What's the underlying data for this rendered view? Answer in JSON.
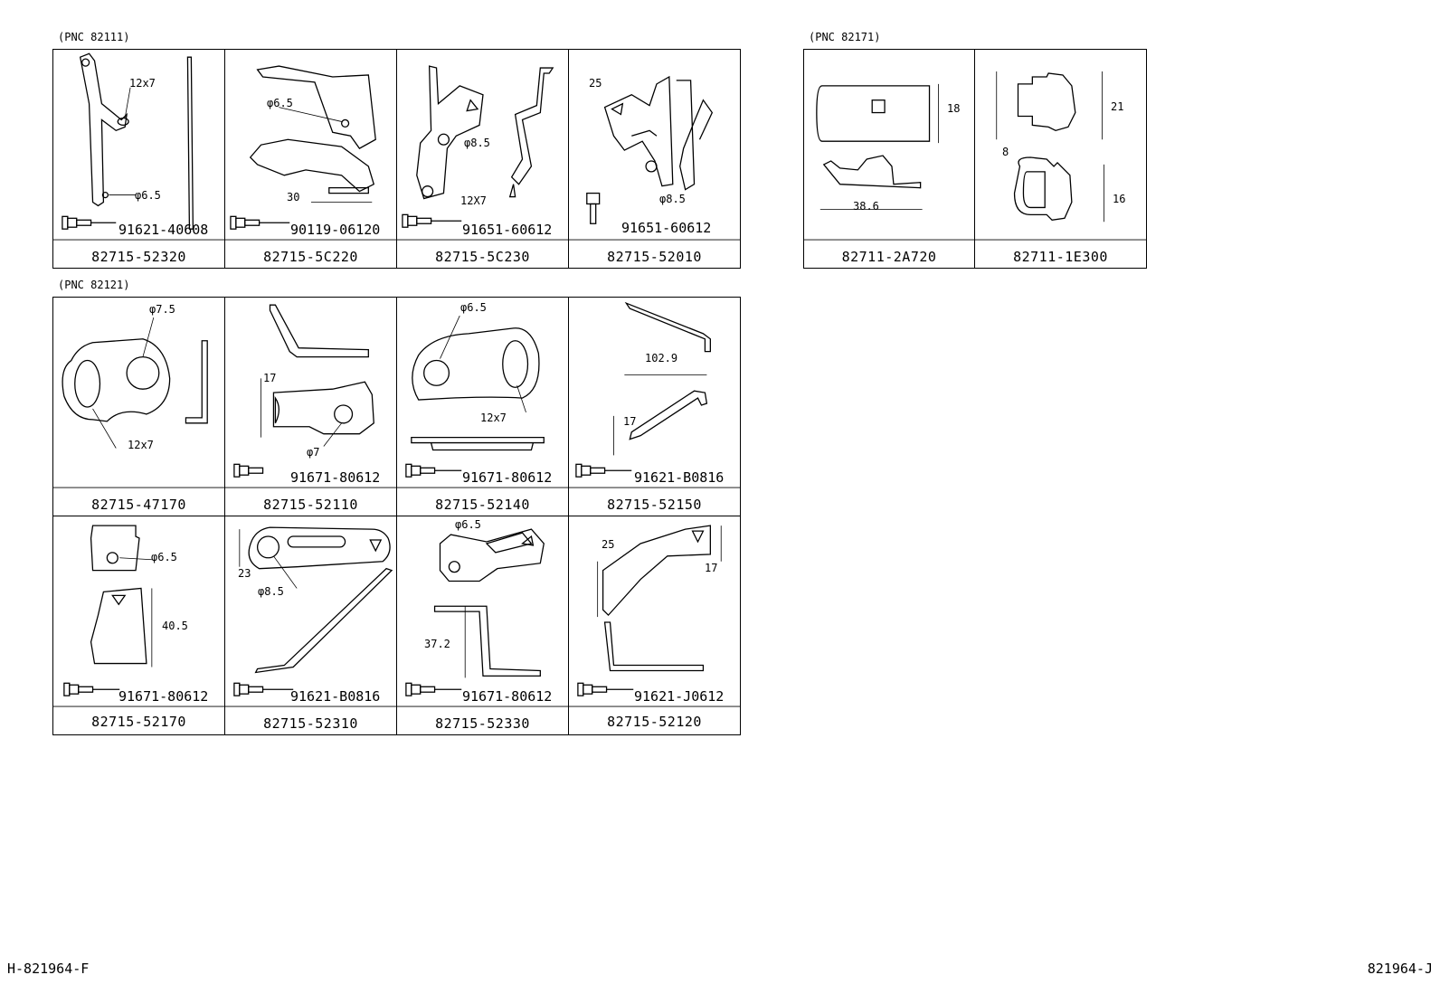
{
  "groups": [
    {
      "label": "(PNC 82111)"
    },
    {
      "label": "(PNC 82171)"
    },
    {
      "label": "(PNC 82121)"
    }
  ],
  "cells": [
    {
      "part": "82715-52320",
      "bolt": "91621-40608",
      "dims": [
        "12x7",
        "φ6.5"
      ]
    },
    {
      "part": "82715-5C220",
      "bolt": "90119-06120",
      "dims": [
        "φ6.5",
        "30"
      ]
    },
    {
      "part": "82715-5C230",
      "bolt": "91651-60612",
      "dims": [
        "φ8.5",
        "12X7"
      ]
    },
    {
      "part": "82715-52010",
      "bolt": "91651-60612",
      "dims": [
        "25",
        "φ8.5"
      ]
    },
    {
      "part": "82711-2A720",
      "bolt": "",
      "dims": [
        "18",
        "38.6"
      ]
    },
    {
      "part": "82711-1E300",
      "bolt": "",
      "dims": [
        "21",
        "8",
        "16"
      ]
    },
    {
      "part": "82715-47170",
      "bolt": "",
      "dims": [
        "φ7.5",
        "12x7"
      ]
    },
    {
      "part": "82715-52110",
      "bolt": "91671-80612",
      "dims": [
        "17",
        "φ7"
      ]
    },
    {
      "part": "82715-52140",
      "bolt": "91671-80612",
      "dims": [
        "φ6.5",
        "12x7"
      ]
    },
    {
      "part": "82715-52150",
      "bolt": "91621-B0816",
      "dims": [
        "102.9",
        "17"
      ]
    },
    {
      "part": "82715-52170",
      "bolt": "91671-80612",
      "dims": [
        "φ6.5",
        "40.5"
      ]
    },
    {
      "part": "82715-52310",
      "bolt": "91621-B0816",
      "dims": [
        "23",
        "φ8.5"
      ]
    },
    {
      "part": "82715-52330",
      "bolt": "91671-80612",
      "dims": [
        "φ6.5",
        "37.2"
      ]
    },
    {
      "part": "82715-52120",
      "bolt": "91621-J0612",
      "dims": [
        "25",
        "17"
      ]
    }
  ],
  "footer": {
    "left": "H-821964-F",
    "right": "821964-J"
  }
}
